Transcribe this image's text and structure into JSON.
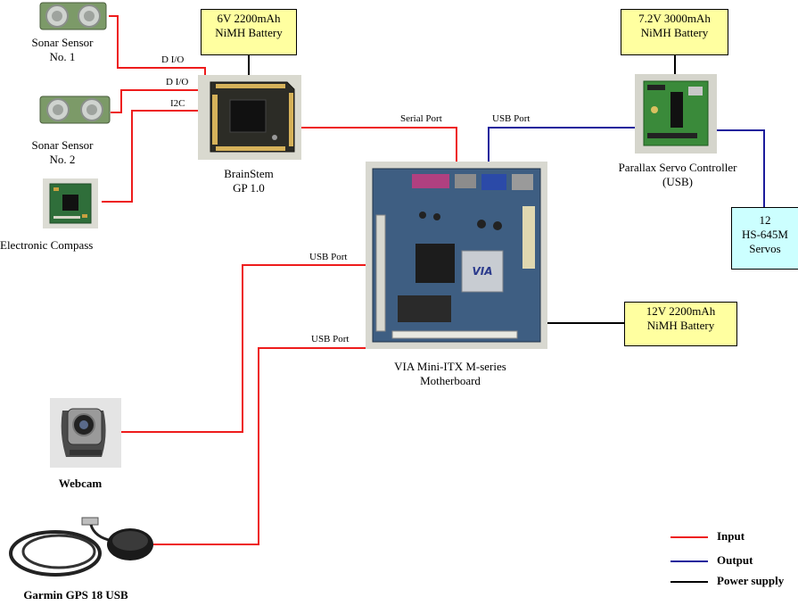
{
  "sensors": {
    "sonar1_line1": "Sonar Sensor",
    "sonar1_line2": "No. 1",
    "sonar2_line1": "Sonar Sensor",
    "sonar2_line2": "No. 2",
    "compass": "Electronic Compass"
  },
  "ports": {
    "dio1": "D I/O",
    "dio2": "D I/O",
    "i2c": "I2C",
    "serial": "Serial Port",
    "usb_servo": "USB Port",
    "usb_webcam": "USB Port",
    "usb_gps": "USB Port"
  },
  "brainstem": {
    "line1": "BrainStem",
    "line2": "GP 1.0"
  },
  "motherboard": {
    "line1": "VIA Mini-ITX M-series",
    "line2": "Motherboard"
  },
  "servo_controller": {
    "line1": "Parallax Servo Controller",
    "line2": "(USB)"
  },
  "batteries": {
    "b6v_line1": "6V 2200mAh",
    "b6v_line2": "NiMH Battery",
    "b72v_line1": "7.2V 3000mAh",
    "b72v_line2": "NiMH Battery",
    "b12v_line1": "12V 2200mAh",
    "b12v_line2": "NiMH Battery"
  },
  "servos": {
    "line1": "12",
    "line2": "HS-645M",
    "line3": "Servos"
  },
  "webcam": "Webcam",
  "gps": "Garmin GPS 18 USB",
  "legend": {
    "input": "Input",
    "output": "Output",
    "power": "Power supply"
  },
  "colors": {
    "input": "#ee1c1c",
    "output": "#1c1c9c",
    "power": "#000000",
    "battery_fill": "#ffffa0",
    "servo_fill": "#ccffff"
  }
}
